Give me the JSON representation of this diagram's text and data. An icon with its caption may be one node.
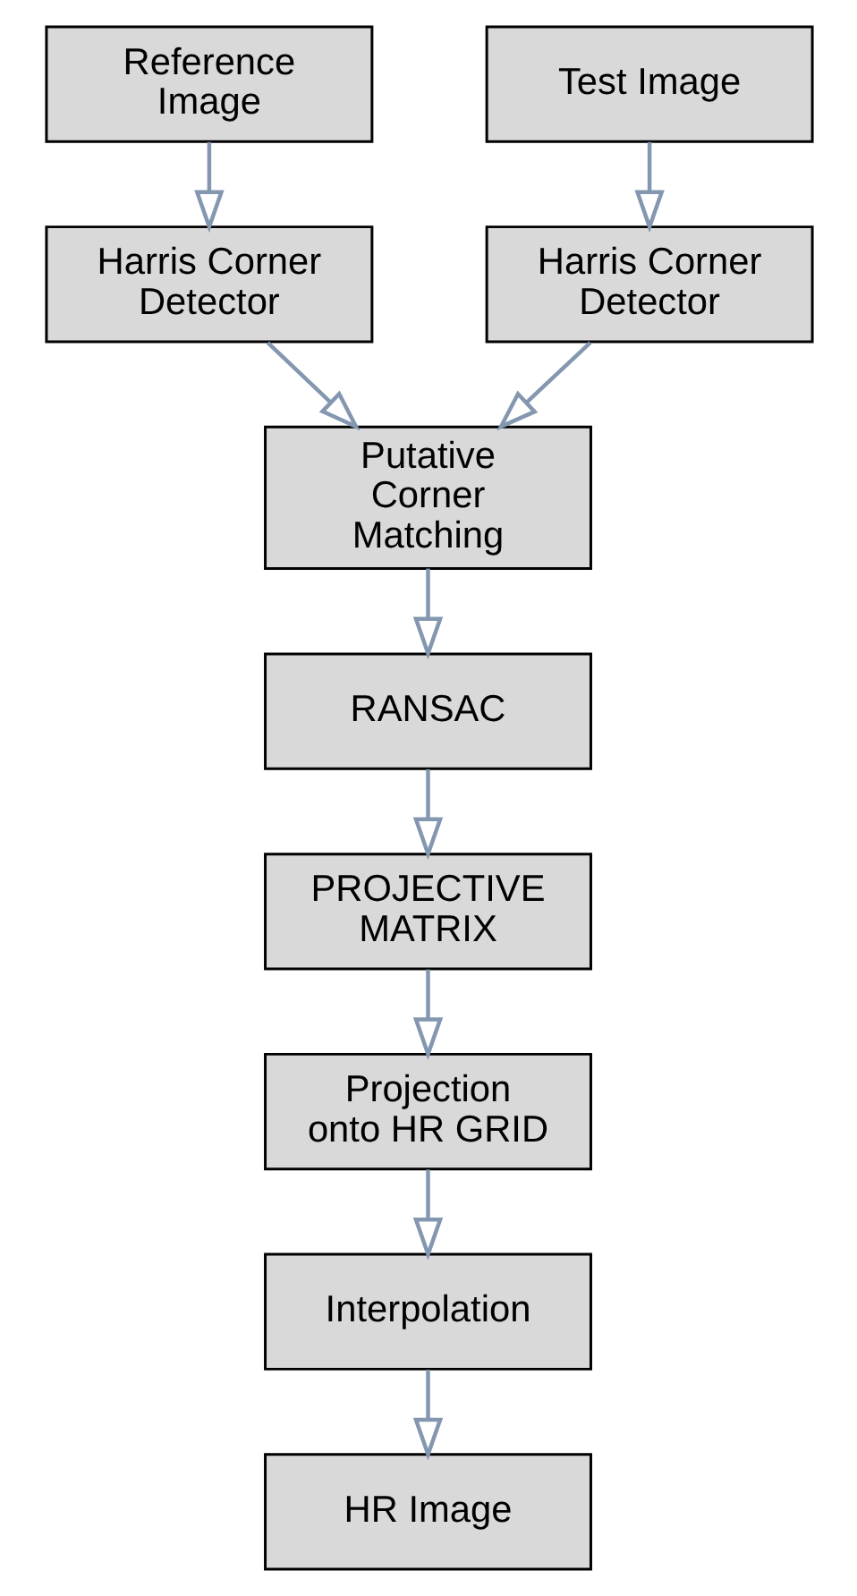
{
  "diagram": {
    "nodes": [
      {
        "text": [
          "Reference Image"
        ]
      },
      {
        "text": [
          "Test Image"
        ]
      },
      {
        "text": [
          "Harris Corner Detector"
        ]
      },
      {
        "text": [
          "Harris Corner Detector"
        ]
      },
      {
        "text": [
          "Putative Corner Matching"
        ]
      },
      {
        "text": [
          "RANSAC"
        ]
      },
      {
        "text": [
          "PROJECTIVE MATRIX"
        ]
      },
      {
        "text": [
          "Projection onto HR GRID"
        ]
      },
      {
        "text": [
          "Interpolation"
        ]
      },
      {
        "text": [
          "HR Image"
        ]
      }
    ],
    "edges": [
      {
        "from": 0,
        "to": 2,
        "arrow": "to"
      },
      {
        "from": 1,
        "to": 3,
        "arrow": "to"
      },
      {
        "from": 2,
        "to": 4,
        "arrow": "to"
      },
      {
        "from": 3,
        "to": 4,
        "arrow": "to"
      },
      {
        "from": 4,
        "to": 5,
        "arrow": "to"
      },
      {
        "from": 5,
        "to": 6,
        "arrow": "to"
      },
      {
        "from": 6,
        "to": 7,
        "arrow": "to"
      },
      {
        "from": 7,
        "to": 8,
        "arrow": "to"
      },
      {
        "from": 8,
        "to": 9,
        "arrow": "to"
      }
    ]
  }
}
